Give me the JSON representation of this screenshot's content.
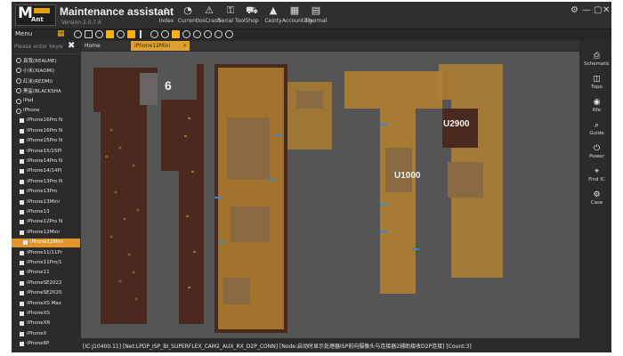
{
  "app": {
    "logo_text": "M",
    "logo_sub": "Ant",
    "title": "Maintenance assistant",
    "version": "Version 2.0.7.6"
  },
  "nav": [
    {
      "label": "Index",
      "icon": "home-icon"
    },
    {
      "label": "Current",
      "icon": "gauge-icon"
    },
    {
      "label": "IosCrash",
      "icon": "crash-icon"
    },
    {
      "label": "Serial Tool",
      "icon": "key-icon"
    },
    {
      "label": "Shop",
      "icon": "cart-icon"
    },
    {
      "label": "Ceinty",
      "icon": "graduation-icon"
    },
    {
      "label": "Accounting",
      "icon": "grid-icon"
    },
    {
      "label": "Thermal",
      "icon": "thermal-icon"
    }
  ],
  "menu_label": "Menu",
  "search": {
    "placeholder": "Please enter keyw"
  },
  "tree": [
    {
      "label": "真我(REALME)",
      "type": "circle",
      "indent": 0
    },
    {
      "label": "小米(XIAOMI)",
      "type": "circle",
      "indent": 0
    },
    {
      "label": "红米(REDMI)",
      "type": "circle",
      "indent": 0
    },
    {
      "label": "黑鲨(BLACKSHA",
      "type": "circle",
      "indent": 0
    },
    {
      "label": "iPad",
      "type": "circle",
      "indent": 0
    },
    {
      "label": "iPhone",
      "type": "circle",
      "indent": 0
    },
    {
      "label": "iPhone16Pro N",
      "type": "box",
      "indent": 1
    },
    {
      "label": "iPhone16Pro N",
      "type": "box",
      "indent": 1
    },
    {
      "label": "iPhone15Pro N",
      "type": "box",
      "indent": 1
    },
    {
      "label": "iPhone15/15Pl",
      "type": "box",
      "indent": 1
    },
    {
      "label": "iPhone14Pro N",
      "type": "box",
      "indent": 1
    },
    {
      "label": "iPhone14/14Pl",
      "type": "box",
      "indent": 1
    },
    {
      "label": "iPhone13Pro N",
      "type": "box",
      "indent": 1
    },
    {
      "label": "iPhone13Pro",
      "type": "box",
      "indent": 1
    },
    {
      "label": "iPhone13Mini",
      "type": "box",
      "indent": 1
    },
    {
      "label": "iPhone13",
      "type": "box",
      "indent": 1
    },
    {
      "label": "iPhone12Pro N",
      "type": "box",
      "indent": 1
    },
    {
      "label": "iPhone12Mini",
      "type": "box",
      "indent": 1
    },
    {
      "label": "iPhone12Mini",
      "type": "box",
      "indent": 2,
      "selected": true
    },
    {
      "label": "iPhone11/11Pr",
      "type": "box",
      "indent": 1
    },
    {
      "label": "iPhone11Pro/1",
      "type": "box",
      "indent": 1
    },
    {
      "label": "iPhone11",
      "type": "box",
      "indent": 1
    },
    {
      "label": "iPhoneSE2022",
      "type": "box",
      "indent": 1
    },
    {
      "label": "iPhoneSE2020",
      "type": "box",
      "indent": 1
    },
    {
      "label": "iPhoneXS Max",
      "type": "box",
      "indent": 1
    },
    {
      "label": "iPhoneXS",
      "type": "box",
      "indent": 1
    },
    {
      "label": "iPhoneXR",
      "type": "box",
      "indent": 1
    },
    {
      "label": "iPhoneX",
      "type": "box",
      "indent": 1
    },
    {
      "label": "iPhone8P",
      "type": "box",
      "indent": 1
    }
  ],
  "tabs": {
    "home": "Home",
    "active": "iPhone12Mini",
    "close": "×"
  },
  "chips": {
    "u6": "6",
    "u1000": "U1000",
    "u2900": "U2900"
  },
  "right_tools": [
    {
      "label": "Schematic",
      "icon": "printer-icon"
    },
    {
      "label": "Topo",
      "icon": "topology-icon"
    },
    {
      "label": "Rfe",
      "icon": "rfe-icon"
    },
    {
      "label": "Guide",
      "icon": "search-guide-icon"
    },
    {
      "label": "Power",
      "icon": "power-icon"
    },
    {
      "label": "Find IC",
      "icon": "find-ic-icon"
    },
    {
      "label": "Case",
      "icon": "gear-icon"
    }
  ],
  "status": "[IC:J10400.11] [Net:LPDP_ISP_BI_SUPERFLEX_CAM2_AUX_RX_D2P_CONN] [Node:启动时显示处理器ISP前向摄像头与连接器2辅助接收D2P连接] [Count:3]",
  "colors": {
    "board_brown": "#4a2a1e",
    "pad_gold": "#c8952a",
    "accent": "#e0a030",
    "canvas": "#555555"
  }
}
